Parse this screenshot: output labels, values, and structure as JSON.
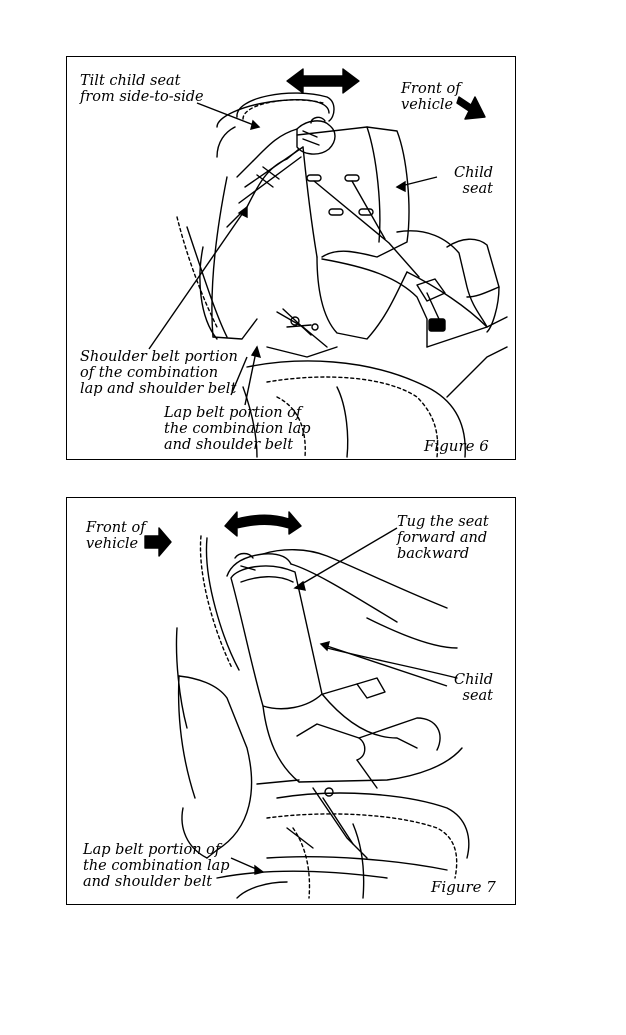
{
  "figure6": {
    "number": "Figure 6",
    "labels": {
      "tilt": "Tilt child seat\nfrom side-to-side",
      "front": "Front of\nvehicle",
      "child_seat": "Child\nseat",
      "shoulder_belt": "Shoulder belt portion\nof the combination\nlap and shoulder belt",
      "lap_belt": "Lap belt portion of\nthe combination lap\nand shoulder belt"
    }
  },
  "figure7": {
    "number": "Figure 7",
    "labels": {
      "front": "Front of\nvehicle",
      "tug": "Tug the seat\nforward and\nbackward",
      "child_seat": "Child\nseat",
      "lap_belt": "Lap belt portion of\nthe combination lap\nand shoulder belt"
    }
  }
}
